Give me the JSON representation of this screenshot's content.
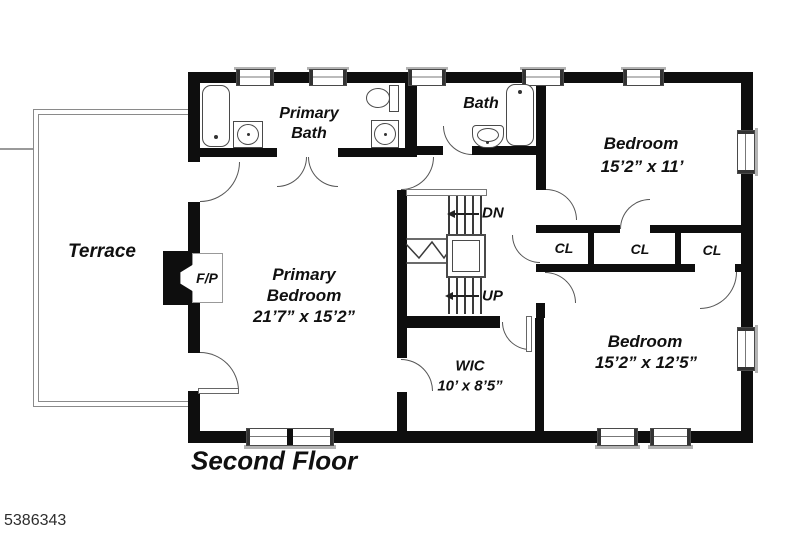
{
  "title": {
    "floor_label": "Second Floor"
  },
  "photo_id": "5386343",
  "colors": {
    "wall": "#0e0e0e",
    "line": "#555555",
    "sill": "#b3b3b3",
    "text": "#101010",
    "background": "#ffffff"
  },
  "rooms": {
    "terrace": {
      "name": "Terrace"
    },
    "primary_bath": {
      "name_line1": "Primary",
      "name_line2": "Bath"
    },
    "bath": {
      "name": "Bath"
    },
    "bedroom_top_right": {
      "name": "Bedroom",
      "dimensions": "15’2” x 11’"
    },
    "primary_bedroom": {
      "name_line1": "Primary",
      "name_line2": "Bedroom",
      "dimensions": "21’7” x 15’2”"
    },
    "walk_in_closet": {
      "name": "WIC",
      "dimensions": "10’ x 8’5”"
    },
    "bedroom_bottom_right": {
      "name": "Bedroom",
      "dimensions": "15’2” x 12’5”"
    },
    "closets": [
      {
        "name": "CL"
      },
      {
        "name": "CL"
      },
      {
        "name": "CL"
      }
    ]
  },
  "features": {
    "fireplace_label": "F/P",
    "stairs": {
      "down_label": "DN",
      "up_label": "UP"
    }
  }
}
